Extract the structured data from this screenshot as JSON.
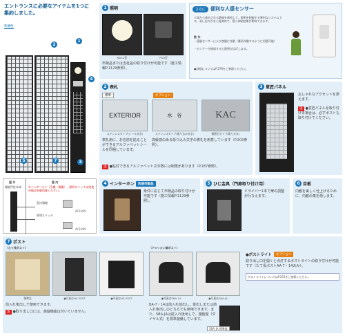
{
  "header": {
    "tagline": "エントランスに必要なアイテムを1つに集約しました。",
    "badge": "利便性"
  },
  "hero": {
    "callouts": [
      "1",
      "2",
      "3",
      "4",
      "5",
      "7"
    ]
  },
  "lighting": {
    "num": "1",
    "title": "照明",
    "models": [
      "MK12型",
      "PD3型"
    ],
    "desc": "市販品または当社品の取り付けが可能です（施工情報P.1129参照）。"
  },
  "sensor": {
    "prefix": "さらに",
    "title": "便利な人感センサー",
    "desc": "人体から放出される熱線を感知して、照明を制御する便利なシステムです。消し忘れがなく経済的で、侵入抑制効果が期待できます。",
    "action_title": "動 作",
    "actions": [
      "・昼間センサーにより夜間に作動（暴雨作動するように切替可能）",
      "・センサーが検知すると照明が点灯します。"
    ],
    "note": "●詳細についてはP.276をご参照ください。"
  },
  "nameplate": {
    "num": "2",
    "title": "表札",
    "std_label": "標準",
    "option_label": "オプション",
    "samples": [
      "EXTERIOR",
      "水　谷",
      "KAC"
    ],
    "captions": [
      "ステンレスタイプ(シール文字)",
      "ステンレスタイプ(彫り込み文字)",
      "御影石タイプ(彫り文字)"
    ],
    "desc_std": "表札用に、お名前を貼ることができるアルファベットシールを同梱しています。",
    "desc_opt": "高級感のある彫り込み文字の表札を用意しています（P.202参照）。",
    "note": "●貼付できるアルファベット文字数には制限があります（P.187参照）。"
  },
  "decor": {
    "num": "3",
    "title": "意匠パネル",
    "desc": "おしゃれなアクセントを添えます。",
    "note": "●意匠パネルを取り付ける場合は、必ずポストも取り付けてください。"
  },
  "diagram": {
    "outside": "屋 外",
    "inside": "屋 内",
    "unit_label": "機能門柱本体",
    "sensor_note": "※インターホン（子機・親機）、照明スイッチは別途市販品を御用意ください。",
    "labels": [
      "室内親機",
      "照明スイッチ",
      "AC100V",
      "AC100V"
    ]
  },
  "intercom": {
    "num": "4",
    "title": "インターホン",
    "tag": "別途市販品",
    "desc": "条件に応じて市販品の取り付けが可能です（施工情報P.1129参照）。"
  },
  "hinge": {
    "num": "5",
    "title": "ひじ金具（門扉取り付け用）",
    "desc": "ドライバー1本で扉の調整が行なえます。"
  },
  "number": {
    "num": "6",
    "title": "目板",
    "desc": "内観を美しく仕上げるために、内観の角を隠します。"
  },
  "post": {
    "num": "7",
    "title": "ポスト",
    "vertical_title": "〈たて長ポスト〉",
    "american_title": "〈アメリカン調ポスト〉",
    "vertical_captions": [
      "標準品",
      "●写真はHS-POST",
      "●写真はHS-POST"
    ],
    "american_captions": [
      "●写真はSBA-14",
      "●写真はSBA-JA"
    ],
    "vertical_desc": "前入れ後出しで使用できます。",
    "vertical_note": "●取り出し口には、施錠機能は付いていません。",
    "american_desc": "BA-7・14は前入れ前出し、後出しまたは前入れ後出しのどちらでも使用できます。また、SBA-JAは前入れ後出しで、施錠錠（ダイヤル式）を標準装備しています。",
    "sba_badge": "SBA-JA 標準錠"
  },
  "postlight": {
    "title": "●ポストライト",
    "tag": "オプション",
    "desc": "取り出し口を開くと点灯するポストライトの取り付けが可能です（たて長ポストAA-7・14のみ）。",
    "note": "ポストライトについてはP.252をご参照ください。"
  }
}
